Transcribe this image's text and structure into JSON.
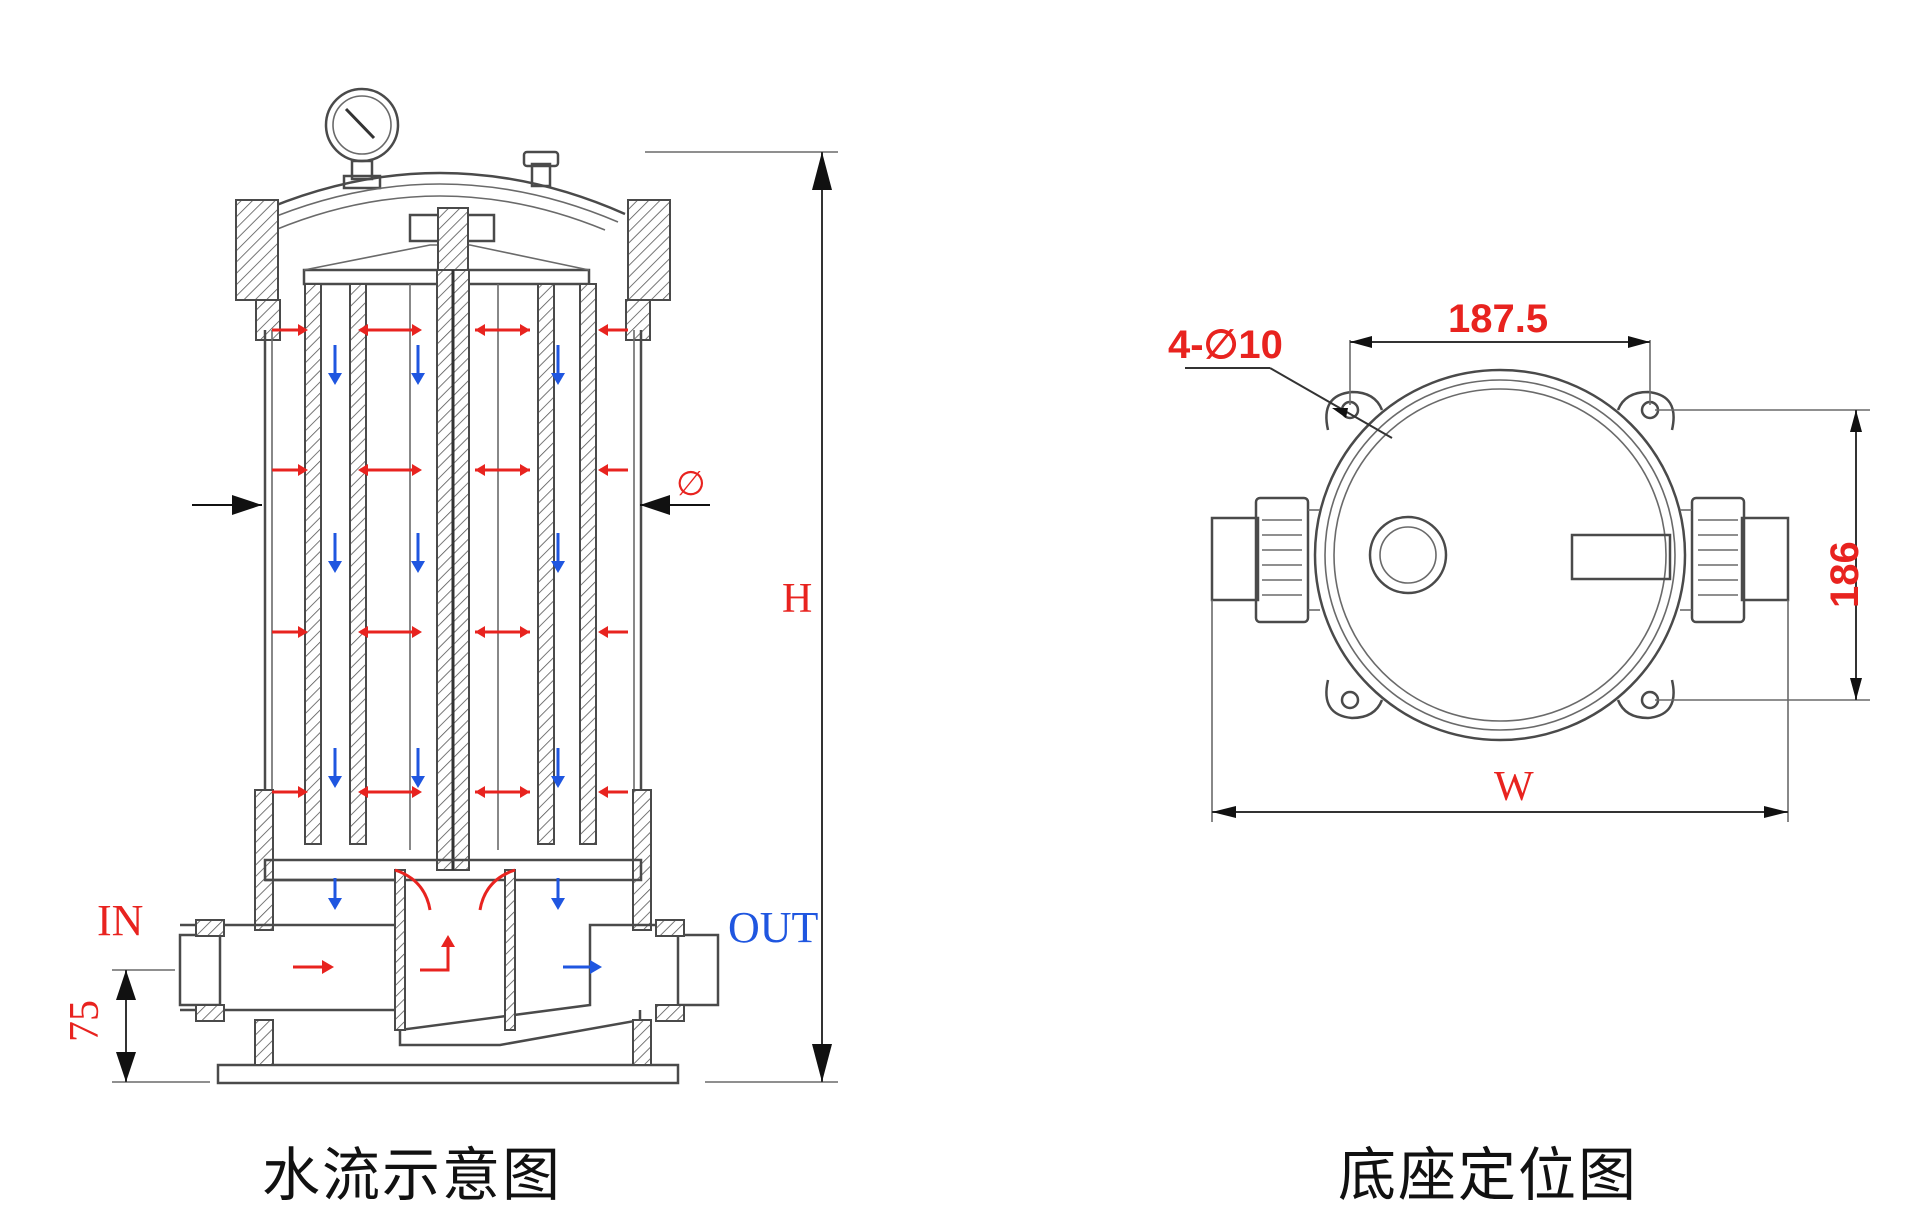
{
  "flow_diagram": {
    "caption": "水流示意图",
    "inlet_label": "IN",
    "outlet_label": "OUT",
    "height_label": "H",
    "diameter_label": "∅",
    "inlet_height_label": "75"
  },
  "base_diagram": {
    "caption": "底座定位图",
    "bolt_hole_label": "4-∅10",
    "hole_spacing_x_label": "187.5",
    "hole_spacing_y_label": "186",
    "width_label": "W"
  },
  "colors": {
    "inflow_arrow": "#e8231f",
    "outflow_arrow": "#1f56e0",
    "line": "#4a4a4a"
  }
}
